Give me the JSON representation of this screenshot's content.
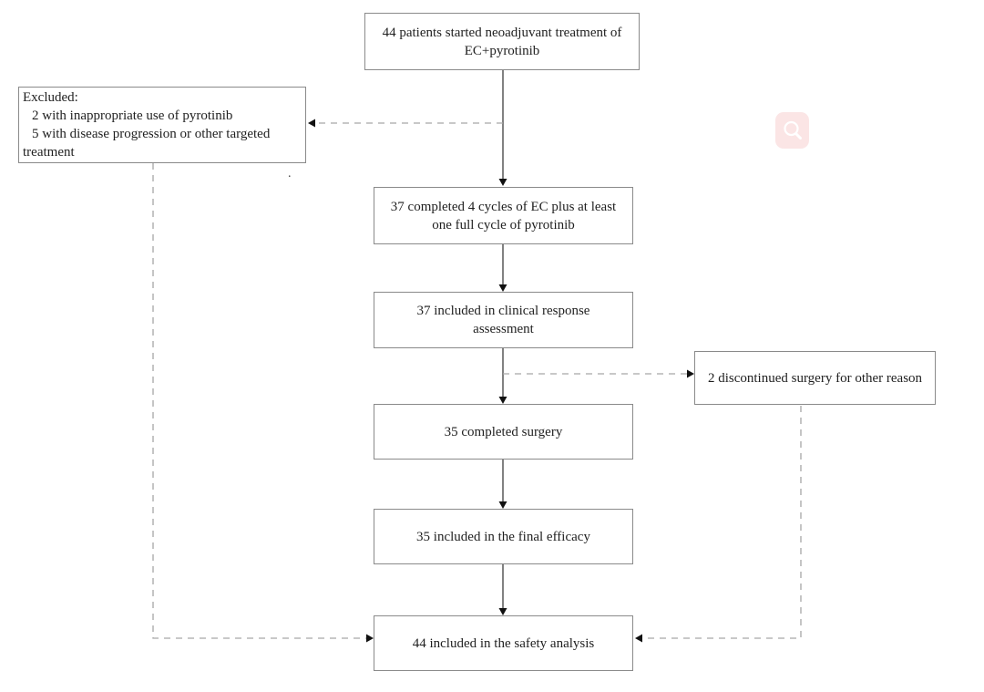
{
  "flowchart": {
    "main_boxes": [
      {
        "id": "start",
        "lines": [
          "44 patients started neoadjuvant treatment of",
          "EC+pyrotinib"
        ]
      },
      {
        "id": "completed-ec",
        "lines": [
          "37 completed 4 cycles of EC plus at least",
          "one full cycle of pyrotinib"
        ]
      },
      {
        "id": "clinical-response",
        "lines": [
          "37 included in clinical response",
          "assessment"
        ]
      },
      {
        "id": "surgery",
        "lines": [
          "35 completed surgery"
        ]
      },
      {
        "id": "final-efficacy",
        "lines": [
          "35 included in the final efficacy"
        ]
      },
      {
        "id": "safety-analysis",
        "lines": [
          "44 included in the safety analysis"
        ]
      }
    ],
    "excluded_box": {
      "title": "Excluded:",
      "items": [
        "2 with inappropriate use of pyrotinib",
        "5 with disease progression or other targeted treatment"
      ]
    },
    "side_box": {
      "text": "2 discontinued surgery for other reason"
    },
    "stray_dot": ".",
    "icons": {
      "overlay_button": "search-icon"
    },
    "colors": {
      "box_border": "#8a8a8a",
      "text": "#1f1f1f",
      "solid_line": "#3d3d3d",
      "dashed_line": "#a6a6a6",
      "arrowhead": "#111111",
      "zoom_button_bg": "#fbe5e5",
      "zoom_icon": "#ffffff"
    }
  }
}
